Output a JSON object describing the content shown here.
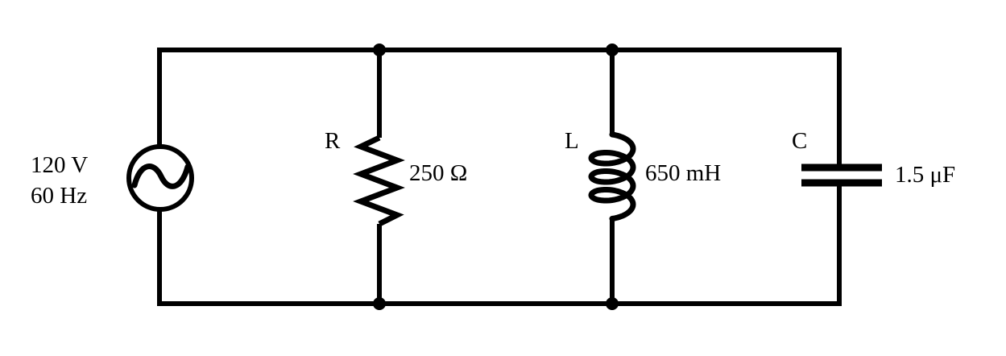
{
  "diagram": {
    "kind": "parallel RLC circuit schematic",
    "colors": {
      "wire": "#000000",
      "background": "#ffffff"
    },
    "icons": {
      "ac_source": "ac-source-icon (circle with sine wave)",
      "resistor": "resistor-zigzag-icon",
      "inductor": "inductor-coil-icon",
      "capacitor": "capacitor-plates-icon",
      "junction": "junction-dot"
    }
  },
  "source": {
    "voltage": "120 V",
    "frequency": "60 Hz"
  },
  "resistor": {
    "ref": "R",
    "value": "250 Ω"
  },
  "inductor": {
    "ref": "L",
    "value": "650 mH"
  },
  "capacitor": {
    "ref": "C",
    "value": "1.5 μF"
  }
}
